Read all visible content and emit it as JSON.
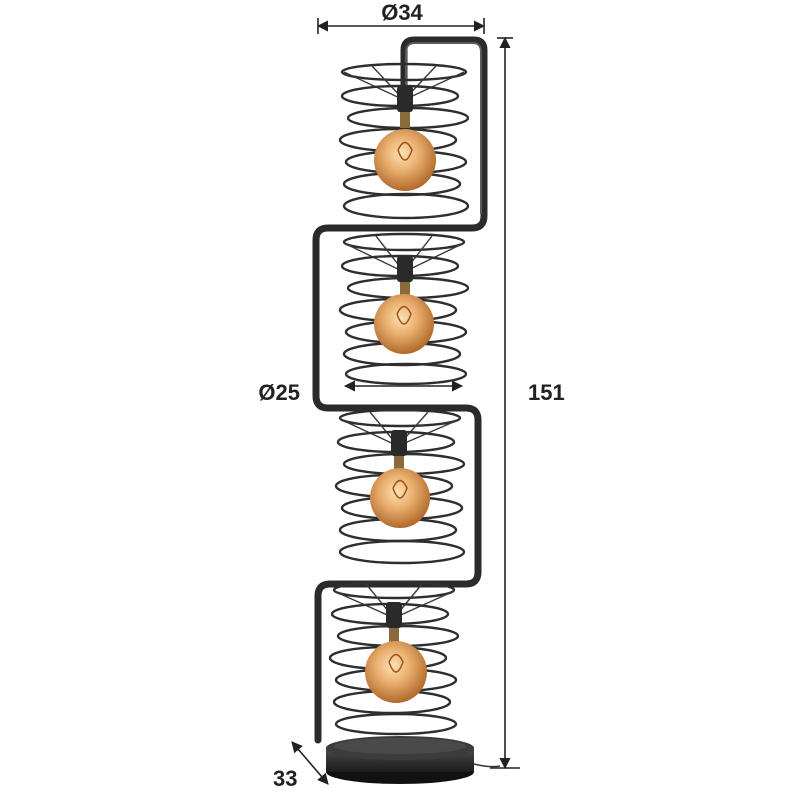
{
  "dimensions": {
    "top_diameter": "Ø34",
    "shade_diameter": "Ø25",
    "height": "151",
    "base_depth": "33"
  },
  "product": {
    "shade_count": 4,
    "colors": {
      "metal": "#2b2b2b",
      "bulb_glow": "#e8a860",
      "bulb_core": "#b8641e",
      "base": "#2a2a2a"
    }
  }
}
